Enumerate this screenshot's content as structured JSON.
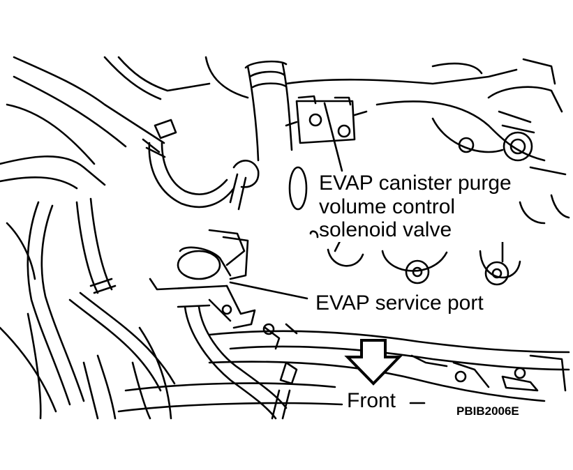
{
  "labels": {
    "purge_line1": "EVAP canister purge",
    "purge_line2": "volume control",
    "purge_line3": "solenoid valve",
    "service_port": "EVAP service port",
    "front": "Front",
    "figure_code": "PBIB2006E"
  },
  "colors": {
    "line": "#000000",
    "background": "#ffffff"
  }
}
